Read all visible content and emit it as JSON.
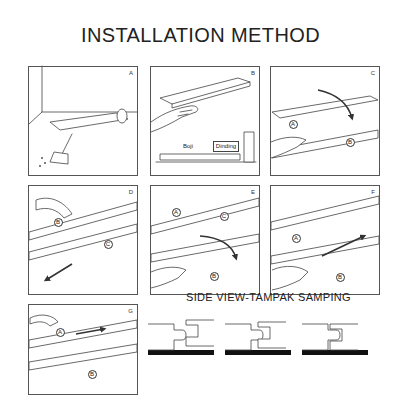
{
  "diagram": {
    "title": "INSTALLATION METHOD",
    "nodes": [
      {
        "text": [
          "A"
        ]
      },
      {
        "text": [
          "B"
        ]
      },
      {
        "text": [
          "C"
        ]
      },
      {
        "text": [
          "D"
        ]
      },
      {
        "text": [
          "E"
        ]
      },
      {
        "text": [
          "F"
        ]
      },
      {
        "text": [
          "G"
        ]
      }
    ],
    "labels": [
      "Boji",
      "Dinding",
      "A",
      "B",
      "B",
      "C",
      "A",
      "C",
      "B",
      "A",
      "B",
      "SIDE VIEW-TAMPAK SAMPING",
      "A",
      "B"
    ]
  }
}
